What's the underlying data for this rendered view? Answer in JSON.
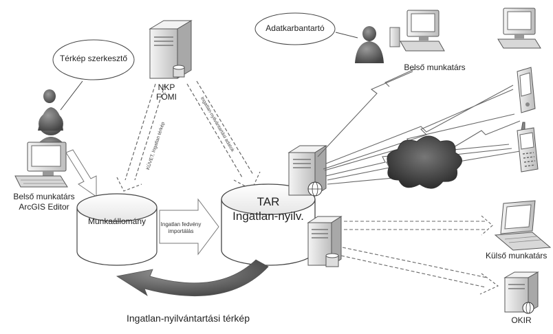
{
  "labels": {
    "terkep_szerkeszto": "Térkép szerkesztő",
    "adatkarbantarto": "Adatkarbantartó",
    "belso_munkatars_left_1": "Belső munkatárs",
    "belso_munkatars_left_2": "ArcGIS Editor",
    "belso_munkatars_top": "Belső munkatárs",
    "nkp_1": "NKP",
    "nkp_2": "FÖMI",
    "kuvet": "KÜVET, Ingatlan térkép",
    "ingatlan_adatok": "Ingatlan-nyilvántartási adatok",
    "munkaallomany": "Munkaállomány",
    "import_1": "Ingatlan fedvény",
    "import_2": "importálás",
    "tar_1": "TAR",
    "tar_2": "Ingatlan-nyilv.",
    "kulso_munkatars": "Külső munkatárs",
    "okir": "OKIR",
    "bottom_caption": "Ingatlan-nyilvántartási térkép"
  },
  "icons": {
    "person_left": "person-icon",
    "person_top": "person-icon",
    "nkp_server": "server-icon",
    "tar_web_server": "web-server-icon",
    "tar_db_server": "database-server-icon",
    "cloud": "cloud-icon",
    "pda": "pda-icon",
    "phone": "mobile-phone-icon",
    "laptop": "laptop-icon",
    "okir_server": "web-server-icon"
  },
  "colors": {
    "lines": "#555555",
    "shape_fill": "#ffffff",
    "icon_dark": "#555555",
    "arrow_fill": "#8a8a8a"
  }
}
